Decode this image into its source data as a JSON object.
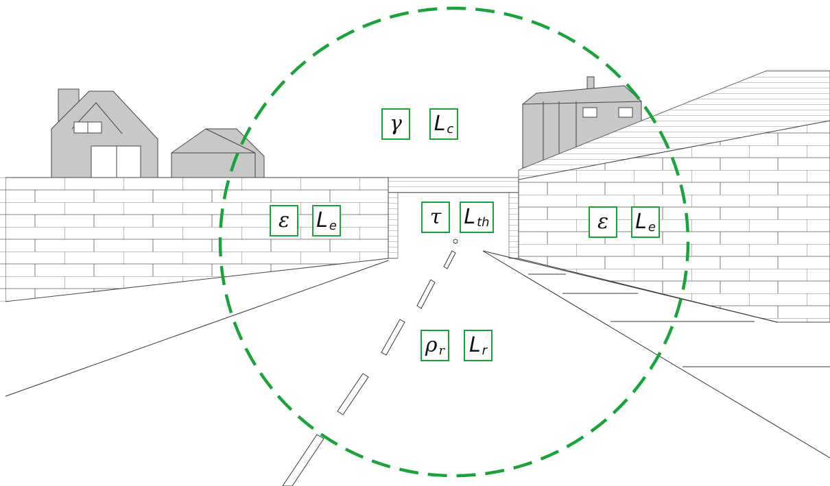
{
  "colors": {
    "accent_green": "#1aa33a",
    "line": "#333333",
    "building_fill": "#c8c8c8",
    "background": "#ffffff"
  },
  "labels": {
    "sky": [
      {
        "symbol": "γ",
        "subscript": ""
      },
      {
        "symbol": "L",
        "subscript": "c"
      }
    ],
    "left_wall": [
      {
        "symbol": "ε",
        "subscript": ""
      },
      {
        "symbol": "L",
        "subscript": "e"
      }
    ],
    "tunnel": [
      {
        "symbol": "τ",
        "subscript": ""
      },
      {
        "symbol": "L",
        "subscript": "th"
      }
    ],
    "right_wall": [
      {
        "symbol": "ε",
        "subscript": ""
      },
      {
        "symbol": "L",
        "subscript": "e"
      }
    ],
    "road": [
      {
        "symbol": "ρ",
        "subscript": "r"
      },
      {
        "symbol": "L",
        "subscript": "r"
      }
    ]
  },
  "elements": {
    "field_of_view_circle": "dashed green circle",
    "left_house_icon": "house-icon",
    "left_shed_icon": "shed-icon",
    "right_house_icon": "house-icon"
  }
}
